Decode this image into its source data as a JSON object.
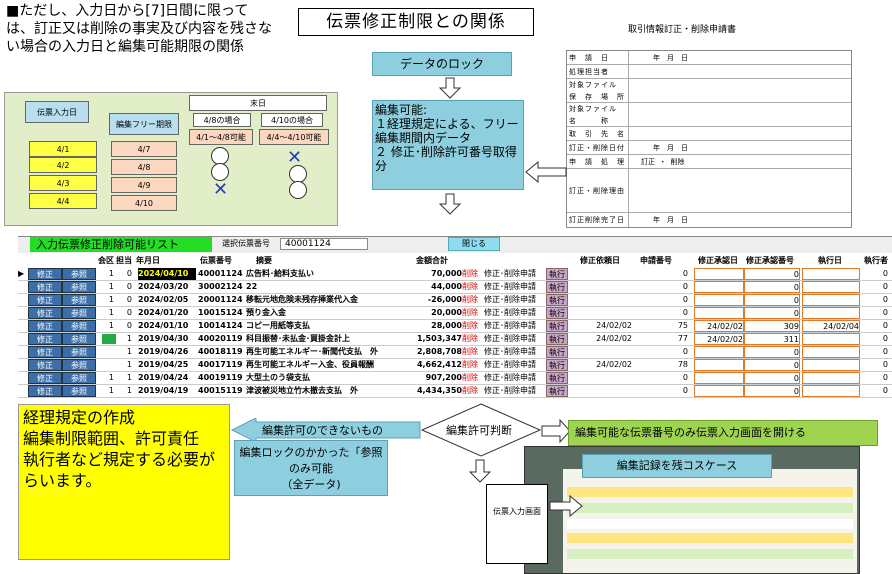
{
  "note": {
    "text": "■ただし、入力日から[7]日間に限っては、訂正又は削除の事実及び内容を残さない場合の入力日と編集可能期限の関係"
  },
  "title": "伝票修正制限との関係",
  "request_form": {
    "title": "取引情報訂正・削除申請書",
    "rows": [
      {
        "label": "申　請　日",
        "value": "年　月　日"
      },
      {
        "label": "処理担当者",
        "value": ""
      },
      {
        "label": "対象ファイル",
        "value": ""
      },
      {
        "label": "保　存　場　所",
        "value": ""
      },
      {
        "label": "対象ファイル",
        "value": ""
      },
      {
        "label": "名　　　称",
        "value": ""
      },
      {
        "label": "取　引　先　名",
        "value": ""
      },
      {
        "label": "訂正・削除日付",
        "value": "年　月　日"
      },
      {
        "label": "申　請　処　理",
        "value": "訂正 ・ 削除"
      },
      {
        "label": "訂正・削除理由",
        "value": ""
      },
      {
        "label": "訂正削除完了日",
        "value": "年　月　日"
      }
    ]
  },
  "lock_label": "データのロック",
  "edit_box": {
    "line1": "編集可能:",
    "line2": "１経理規定による、フリー編集期間内データ",
    "line3": "２ 修正･削除許可番号取得分"
  },
  "diagram": {
    "input_date_label": "伝票入力日",
    "free_period_label": "編集フリー期限",
    "month_end_label": "末日",
    "case1_label": "4/8の場合",
    "case1_range": "4/1～4/8可能",
    "case2_label": "4/10の場合",
    "case2_range": "4/4～4/10可能",
    "input_dates": [
      "4/1",
      "4/2",
      "4/3",
      "4/4"
    ],
    "free_dates": [
      "4/7",
      "4/8",
      "4/9",
      "4/10"
    ]
  },
  "grid": {
    "title": "入力伝票修正削除可能リスト",
    "selected_label": "選択伝票番号",
    "selected_value": "40001124",
    "close_button": "閉じる",
    "headers": {
      "div": "会区",
      "resp": "担当",
      "date": "年月日",
      "voucher": "伝票番号",
      "desc": "摘要",
      "total": "金額合計",
      "req_date": "修正依頼日",
      "req_no": "申請番号",
      "appr_date": "修正承認日",
      "appr_no": "修正承認番号",
      "exec_date": "執行日",
      "executor": "執行者"
    },
    "fix_label": "修正",
    "ref_label": "参照",
    "del_label": "削除",
    "req_label": "修正･削除申請",
    "exec_label": "執行",
    "rows": [
      {
        "div": "1",
        "resp": "0",
        "date": "2024/04/10",
        "voucher": "40001124",
        "desc": "広告料･給料支払い",
        "total": "70,000",
        "req_date": "",
        "req_no": "0",
        "appr_date": "",
        "appr_no": "0",
        "exec_date": "",
        "executor": "0"
      },
      {
        "div": "1",
        "resp": "0",
        "date": "2024/03/20",
        "voucher": "30002124",
        "desc": "22",
        "total": "44,000",
        "req_date": "",
        "req_no": "0",
        "appr_date": "",
        "appr_no": "0",
        "exec_date": "",
        "executor": "0"
      },
      {
        "div": "1",
        "resp": "0",
        "date": "2024/02/05",
        "voucher": "20001124",
        "desc": "移転元地危険未残存挿業代入金",
        "total": "-26,000",
        "req_date": "",
        "req_no": "0",
        "appr_date": "",
        "appr_no": "0",
        "exec_date": "",
        "executor": "0"
      },
      {
        "div": "1",
        "resp": "0",
        "date": "2024/01/20",
        "voucher": "10015124",
        "desc": "預り金入金",
        "total": "20,000",
        "req_date": "",
        "req_no": "0",
        "appr_date": "",
        "appr_no": "0",
        "exec_date": "",
        "executor": "0"
      },
      {
        "div": "1",
        "resp": "0",
        "date": "2024/01/10",
        "voucher": "10014124",
        "desc": "コピー用紙等支払",
        "total": "28,000",
        "req_date": "24/02/02",
        "req_no": "75",
        "appr_date": "24/02/02",
        "appr_no": "309",
        "exec_date": "24/02/04",
        "executor": "0"
      },
      {
        "div": "",
        "resp": "1",
        "date": "2019/04/30",
        "voucher": "40020119",
        "desc": "科目振替･未払金･買掛金計上",
        "total": "1,503,347",
        "req_date": "24/02/02",
        "req_no": "77",
        "appr_date": "24/02/02",
        "appr_no": "311",
        "exec_date": "",
        "executor": "0"
      },
      {
        "div": "",
        "resp": "1",
        "date": "2019/04/26",
        "voucher": "40018119",
        "desc": "再生可能エネルギー･新聞代支払　外",
        "total": "2,808,708",
        "req_date": "",
        "req_no": "0",
        "appr_date": "",
        "appr_no": "0",
        "exec_date": "",
        "executor": "0"
      },
      {
        "div": "",
        "resp": "1",
        "date": "2019/04/25",
        "voucher": "40017119",
        "desc": "再生可能エネルギー入金、役員報酬",
        "total": "4,662,412",
        "req_date": "24/02/02",
        "req_no": "78",
        "appr_date": "",
        "appr_no": "0",
        "exec_date": "",
        "executor": "0"
      },
      {
        "div": "1",
        "resp": "1",
        "date": "2019/04/24",
        "voucher": "40019119",
        "desc": "大型土のう袋支払",
        "total": "907,200",
        "req_date": "",
        "req_no": "0",
        "appr_date": "",
        "appr_no": "0",
        "exec_date": "",
        "executor": "0"
      },
      {
        "div": "1",
        "resp": "1",
        "date": "2019/04/19",
        "voucher": "40015119",
        "desc": "津波被災地立竹木撤去支払　外",
        "total": "4,434,350",
        "req_date": "",
        "req_no": "0",
        "appr_date": "",
        "appr_no": "0",
        "exec_date": "",
        "executor": "0"
      }
    ]
  },
  "policy": {
    "line1": "経理規定の作成",
    "line2": "編集制限範囲、許可責任",
    "line3": "執行者など規定する必要がらいます。"
  },
  "judge_label": "編集許可判断",
  "not_permitted_label": "編集許可のできないもの",
  "locked_note": {
    "line1": "編集ロックのかかった「参照のみ可能",
    "line2": "（全データ)"
  },
  "permitted_label": "編集可能な伝票番号のみ伝票入力画面を開ける",
  "log_label": "編集記録を残コスケース",
  "entry_screen_label": "伝票入力画面",
  "colors": {
    "green": "#22dd22",
    "yellow": "#ffff00",
    "cyan": "#8ecfdf",
    "blue_button": "#3c6ea8"
  }
}
